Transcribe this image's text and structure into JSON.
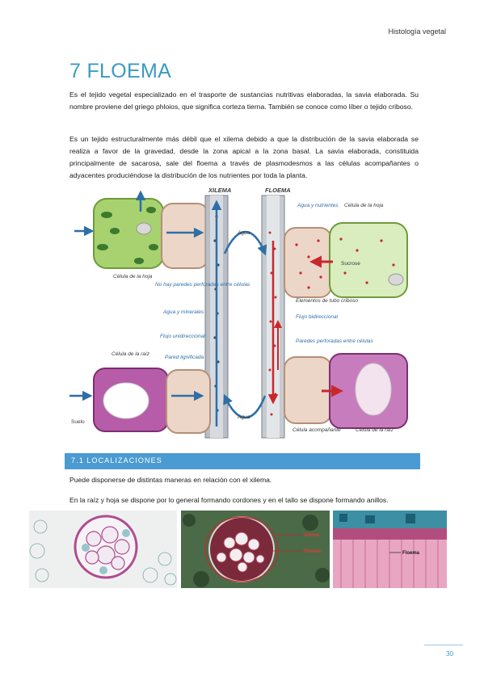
{
  "header": {
    "running_title": "Histología vegetal"
  },
  "section": {
    "title": "7 FLOEMA"
  },
  "paragraphs": {
    "p1": "Es el tejido vegetal especializado en el trasporte de sustancias nutritivas elaboradas, la savia elaborada. Su nombre proviene del griego phloios, que significa corteza tierna. También se conoce como líber o tejido criboso.",
    "p2": "Es un tejido estructuralmente más débil que el xilema debido a que la distribución de la savia elaborada se realiza a favor de la gravedad, desde la zona apical a la zona basal. La savia elaborada, constituida principalmente de sacarosa, sale del floema a través de plasmodesmos a las células acompañantes o adyacentes produciéndose la distribución de los nutrientes por toda la planta."
  },
  "figure": {
    "labels": {
      "xilema": "XILEMA",
      "floema": "FLOEMA",
      "agua_top": "Agua",
      "agua_bottom": "Agua",
      "agua_nutrientes_top": "Agua y nutrientes",
      "celula_hoja_right": "Célula de la hoja",
      "sucrose": "Sucrose",
      "celula_hoja_left": "Célula de la hoja",
      "no_hay_paredes": "No hay paredes perforadas entre células",
      "agua_minerales": "Agua y minerales",
      "flujo_uni": "Flujo unidireccional",
      "elementos_tubo": "Elementos de tubo criboso",
      "flujo_bi": "Flujo bidireccional",
      "celula_raiz_left": "Célula de la raíz",
      "pared_lignificada": "Pared lignificada",
      "paredes_perforadas": "Paredes perforadas entre células",
      "suelo": "Suelo",
      "celula_acompanante": "Célula acompañante",
      "celula_raiz_right": "Célula de la raíz"
    }
  },
  "subsection": {
    "title": "7.1    LOCALIZACIONES"
  },
  "paragraphs2": {
    "p3": "Puede disponerse de distintas maneras en relación con el xilema.",
    "p4": "En la raíz y hoja se dispone por lo general formando cordones y en el tallo se dispone formando anillos."
  },
  "photos": {
    "photo2_labels": {
      "xilema": "Xilema",
      "floema": "Floema"
    },
    "photo3_label": "Floema"
  },
  "footer": {
    "page_number": "30"
  }
}
